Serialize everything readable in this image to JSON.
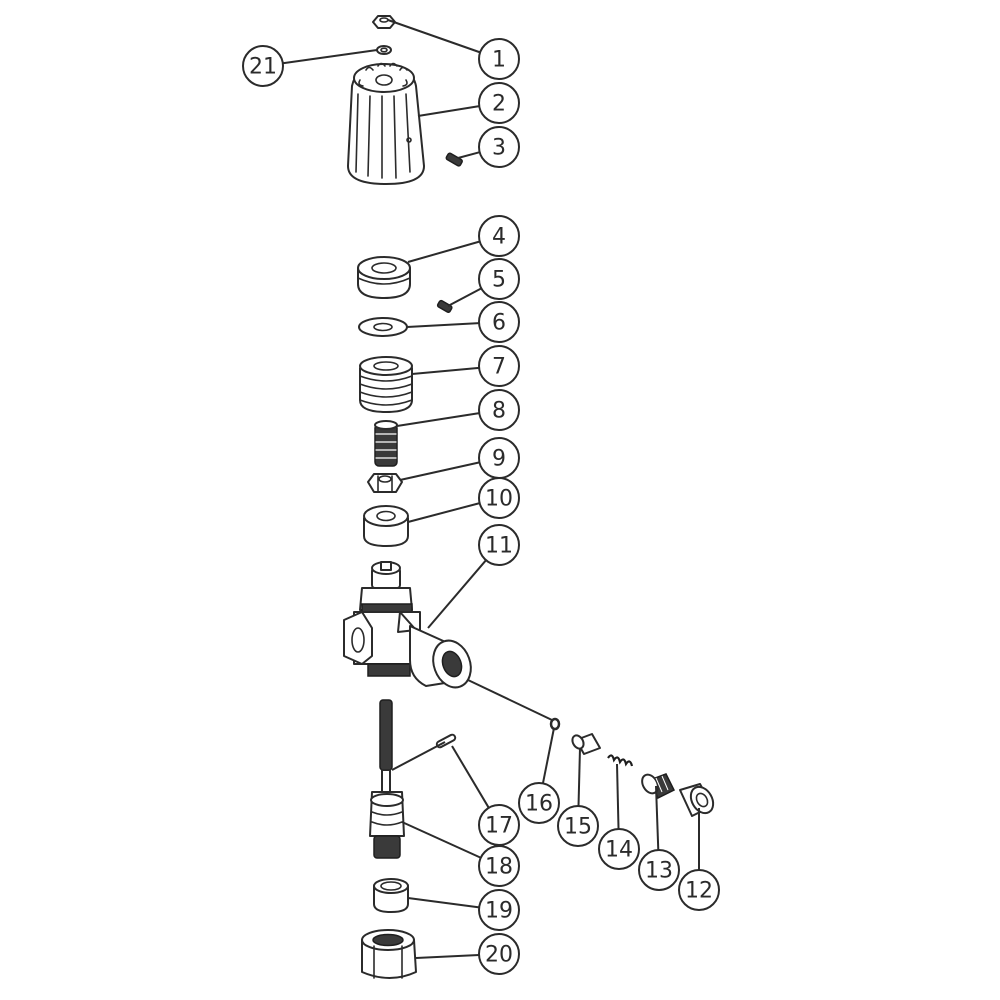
{
  "callouts": [
    {
      "id": "1",
      "label": "1"
    },
    {
      "id": "2",
      "label": "2"
    },
    {
      "id": "3",
      "label": "3"
    },
    {
      "id": "4",
      "label": "4"
    },
    {
      "id": "5",
      "label": "5"
    },
    {
      "id": "6",
      "label": "6"
    },
    {
      "id": "7",
      "label": "7"
    },
    {
      "id": "8",
      "label": "8"
    },
    {
      "id": "9",
      "label": "9"
    },
    {
      "id": "10",
      "label": "10"
    },
    {
      "id": "11",
      "label": "11"
    },
    {
      "id": "12",
      "label": "12"
    },
    {
      "id": "13",
      "label": "13"
    },
    {
      "id": "14",
      "label": "14"
    },
    {
      "id": "15",
      "label": "15"
    },
    {
      "id": "16",
      "label": "16"
    },
    {
      "id": "17",
      "label": "17"
    },
    {
      "id": "18",
      "label": "18"
    },
    {
      "id": "19",
      "label": "19"
    },
    {
      "id": "20",
      "label": "20"
    },
    {
      "id": "21",
      "label": "21"
    }
  ],
  "colors": {
    "line": "#2b2b2b",
    "background": "#ffffff"
  }
}
